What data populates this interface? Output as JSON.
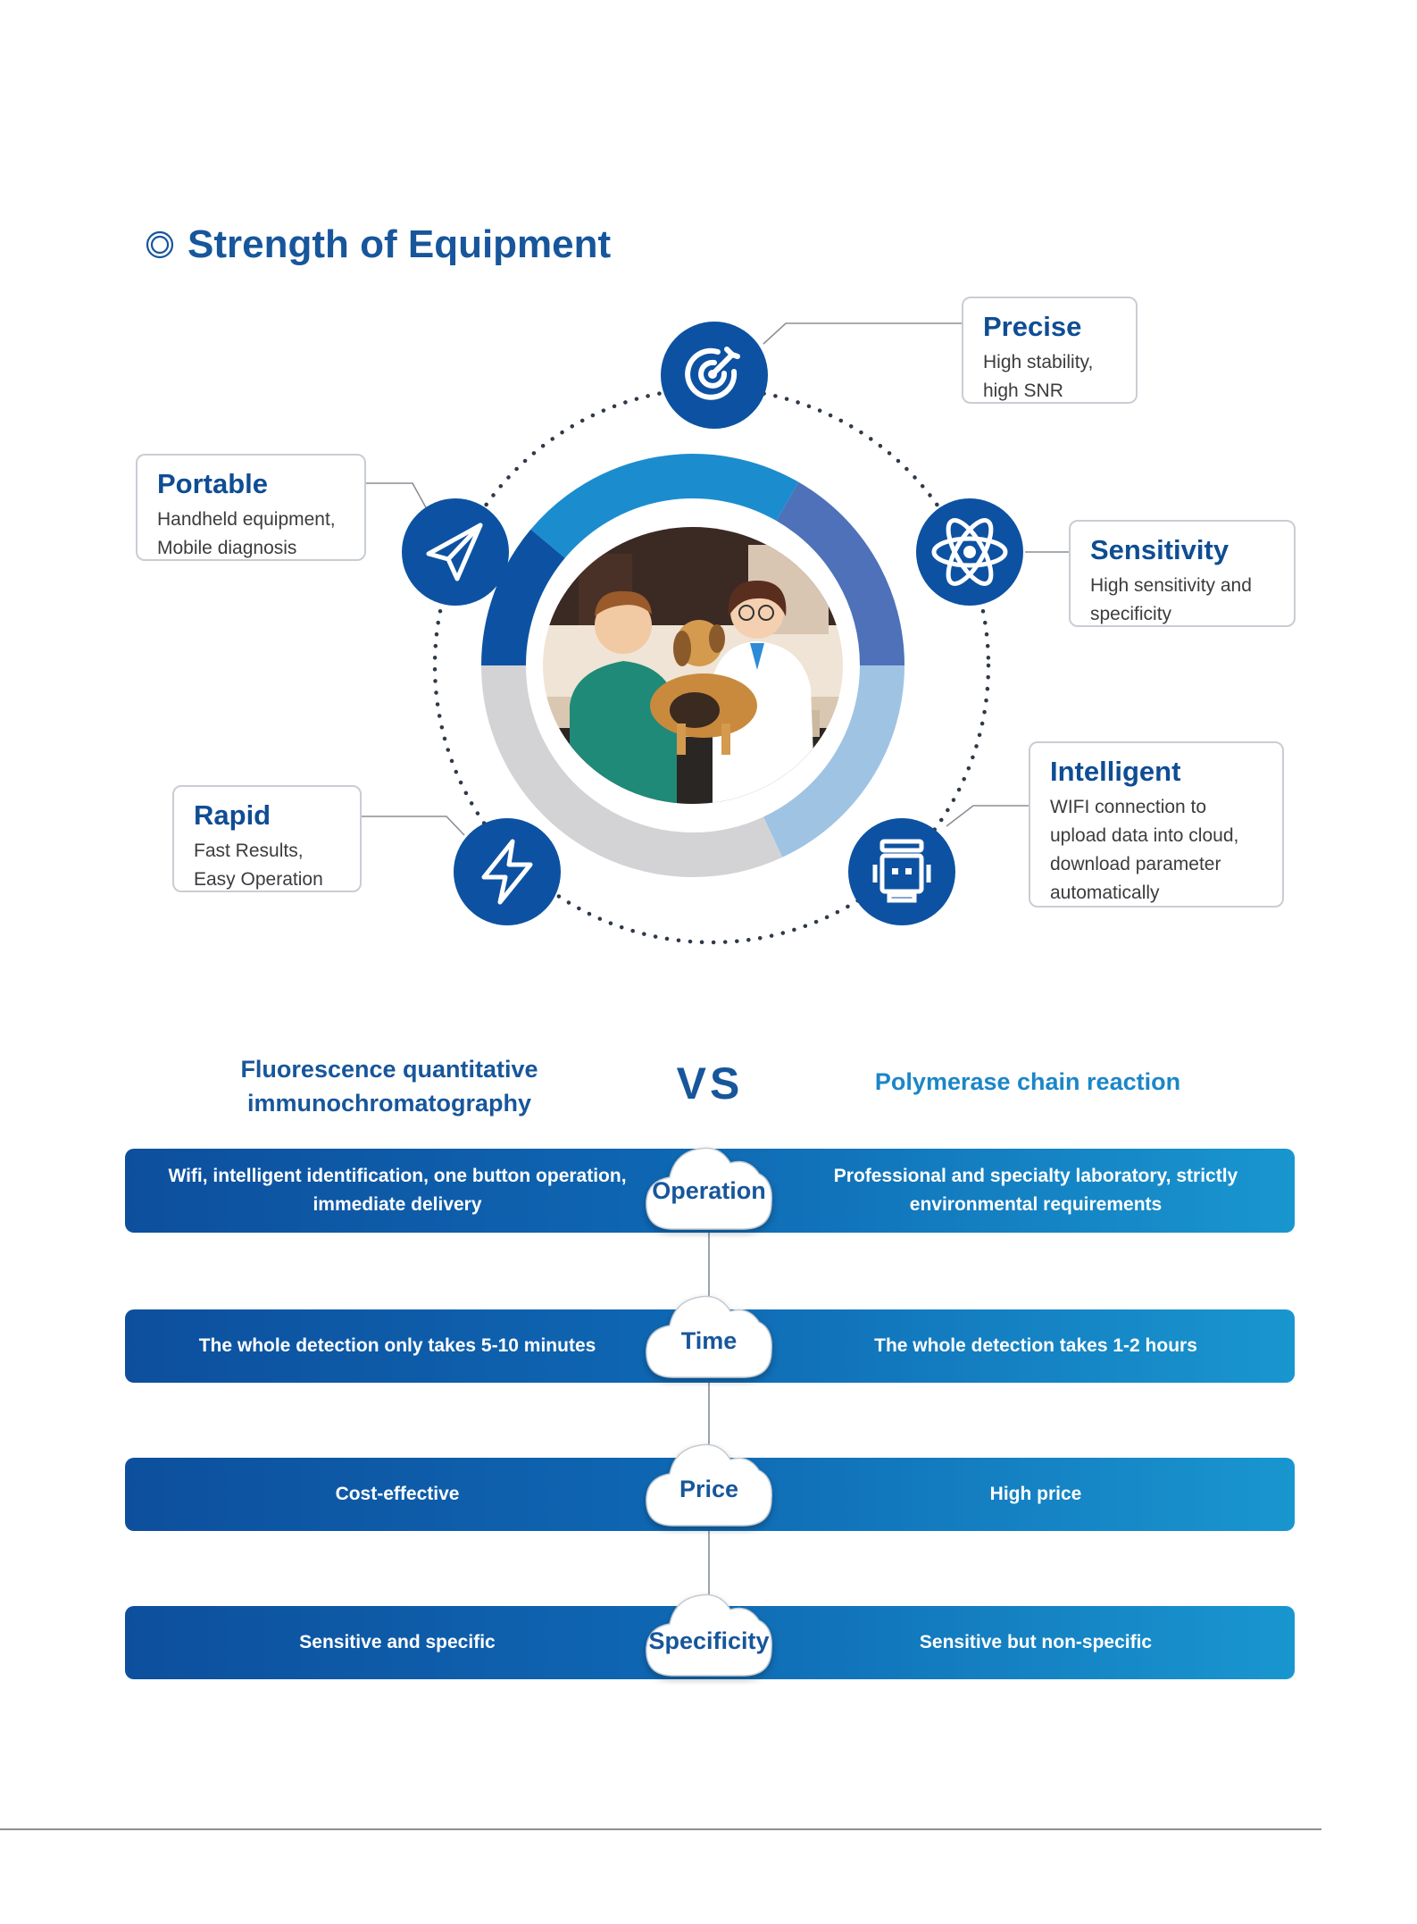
{
  "section_title": "Strength of Equipment",
  "features": [
    {
      "title": "Precise",
      "desc": [
        "High stability,",
        "high SNR"
      ],
      "icon": "target-icon"
    },
    {
      "title": "Portable",
      "desc": [
        "Handheld equipment,",
        "Mobile diagnosis"
      ],
      "icon": "paper-plane-icon"
    },
    {
      "title": "Sensitivity",
      "desc": [
        "High sensitivity and",
        "specificity"
      ],
      "icon": "atom-icon"
    },
    {
      "title": "Rapid",
      "desc": [
        "Fast Results,",
        "Easy Operation"
      ],
      "icon": "lightning-icon"
    },
    {
      "title": "Intelligent",
      "desc": [
        "WIFI connection to",
        "upload data into cloud,",
        "download parameter",
        "automatically"
      ],
      "icon": "robot-icon"
    }
  ],
  "center_image": "veterinarian-with-dog-illustration",
  "ring_colors": [
    "#1b8dcf",
    "#4e71b9",
    "#9fc3e3",
    "#d3d3d5",
    "#0d52a2"
  ],
  "comparison": {
    "left_heading": [
      "Fluorescence quantitative",
      "immunochromatography"
    ],
    "vs": "VS",
    "right_heading": "Polymerase chain reaction",
    "rows": [
      {
        "label": "Operation",
        "left": [
          "Wifi, intelligent identification, one button operation,",
          "immediate delivery"
        ],
        "right": [
          "Professional and specialty laboratory, strictly",
          "environmental requirements"
        ]
      },
      {
        "label": "Time",
        "left": [
          "The whole detection only takes 5-10 minutes"
        ],
        "right": [
          "The whole detection takes 1-2 hours"
        ]
      },
      {
        "label": "Price",
        "left": [
          "Cost-effective"
        ],
        "right": [
          "High price"
        ]
      },
      {
        "label": "Specificity",
        "left": [
          "Sensitive and specific"
        ],
        "right": [
          "Sensitive but non-specific"
        ]
      }
    ]
  }
}
